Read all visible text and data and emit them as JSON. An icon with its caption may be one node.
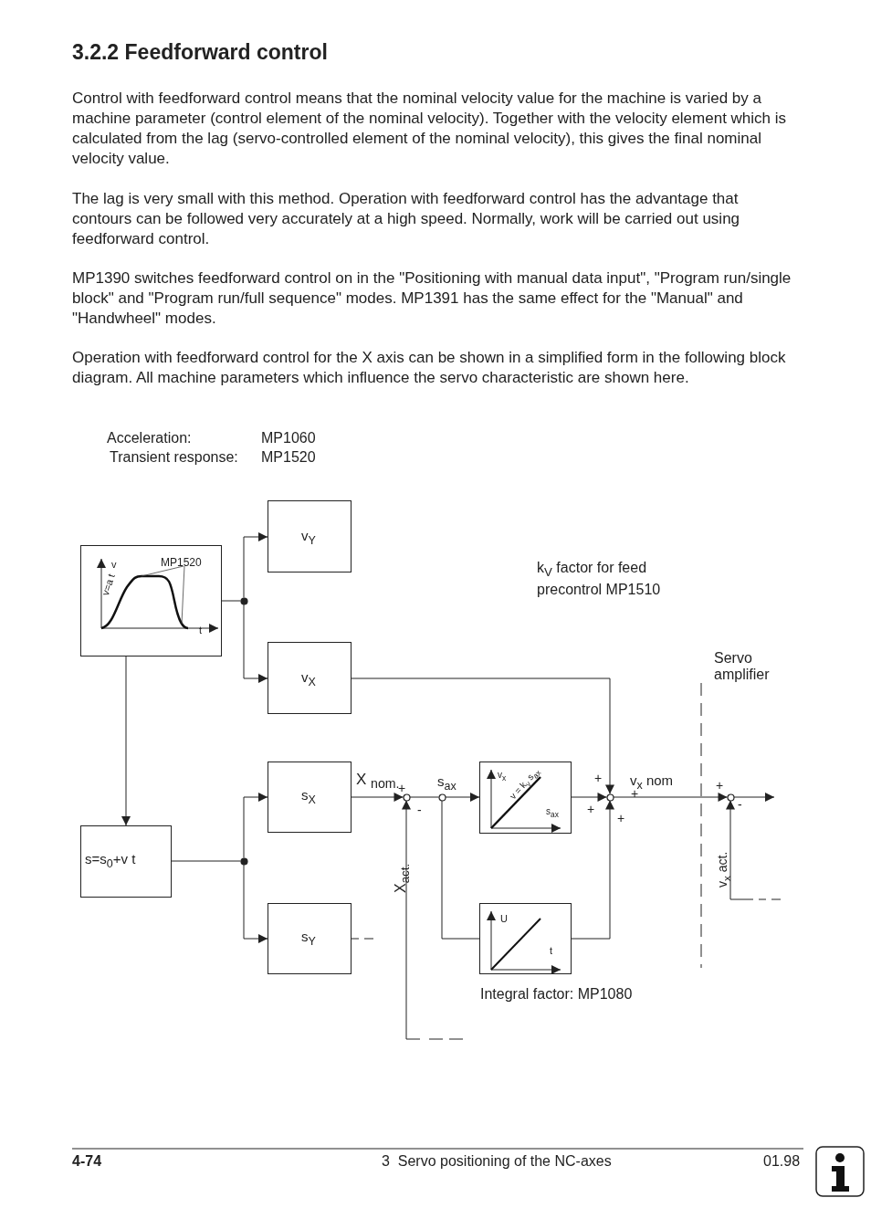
{
  "diagram": {
    "title": "3.2.2 Feedforward control",
    "nodes": [
      {
        "text": [
          "v",
          "MP1520",
          "v=a t",
          "t"
        ]
      },
      {
        "text": [
          "v$_{Y}$"
        ]
      },
      {
        "text": [
          "v$_{X}$"
        ]
      },
      {
        "text": [
          "s$_{X}$"
        ]
      },
      {
        "text": [
          "s=s$_{0}$+v   t"
        ]
      },
      {
        "text": [
          "s$_{Y}$"
        ]
      },
      {
        "text": [],
        "shape": "circle"
      },
      {
        "text": [],
        "shape": "circle"
      },
      {
        "text": [],
        "shape": "circle",
        "beside": [
          "+",
          "-"
        ]
      },
      {
        "text": [],
        "shape": "circle"
      },
      {
        "text": [
          "v$_{x}$",
          "v = k$_{v}$ s$_{ax}$",
          "s$_{ax}$"
        ]
      },
      {
        "text": [
          "U",
          "t"
        ]
      },
      {
        "text": [],
        "shape": "circle",
        "beside": [
          "+",
          "+",
          "+"
        ]
      },
      {
        "text": [],
        "shape": "circle",
        "beside": [
          "+",
          "-"
        ]
      }
    ],
    "edges": [
      {
        "from": 0,
        "to": 6,
        "arrow": "none"
      },
      {
        "from": 6,
        "to": 1,
        "arrow": "to"
      },
      {
        "from": 6,
        "to": 2,
        "arrow": "to"
      },
      {
        "from": 0,
        "to": 4,
        "arrow": "to"
      },
      {
        "from": 4,
        "to": 7,
        "arrow": "none"
      },
      {
        "from": 7,
        "to": 3,
        "arrow": "to"
      },
      {
        "from": 7,
        "to": 5,
        "arrow": "to"
      },
      {
        "from": 5,
        "to": null,
        "arrow": "none",
        "style": "dashed"
      },
      {
        "from": 2,
        "to": 12,
        "arrow": "to"
      },
      {
        "from": 3,
        "to": 8,
        "arrow": "to",
        "label": "X $_{nom.}$"
      },
      {
        "from": null,
        "to": 8,
        "arrow": "to",
        "label": "X$_{act.}$",
        "style": "dashed"
      },
      {
        "from": 8,
        "to": 9,
        "arrow": "none",
        "label": "s$_{ax}$"
      },
      {
        "from": 9,
        "to": 10,
        "arrow": "to"
      },
      {
        "from": 9,
        "to": 11,
        "arrow": "none"
      },
      {
        "from": 11,
        "to": 12,
        "arrow": "to"
      },
      {
        "from": 10,
        "to": 12,
        "arrow": "to"
      },
      {
        "from": 12,
        "to": 13,
        "arrow": "to",
        "label": "v$_{x}$ nom"
      },
      {
        "from": 13,
        "to": null,
        "arrow": "to"
      },
      {
        "from": null,
        "to": 13,
        "arrow": "to",
        "label": "v$_{x}$ act.",
        "style": "dashed"
      }
    ],
    "labels": [
      "Control with feedforward control means that the nominal velocity value for the machine is varied by a machine parameter (control element of the nominal velocity). Together with the velocity element which is calculated from the lag (servo-controlled element of the nominal velocity), this gives the final nominal velocity value.",
      "The lag is very small with this method. Operation with feedforward control has the advantage that contours can be followed very accurately at a high speed. Normally, work will be carried out using feedforward control.",
      "MP1390 switches feedforward control on in the \"Positioning with manual data input\", \"Program run/single block\" and \"Program run/full sequence\" modes. MP1391 has the same effect for the \"Manual\" and \"Handwheel\" modes.",
      "Operation with feedforward control for the X axis can be shown in a simplified form in the following block diagram. All machine parameters which influence the servo characteristic are shown here.",
      "Acceleration:",
      "MP1060",
      "Transient response:",
      "MP1520",
      "k$_{V}$ factor for feed precontrol MP1510",
      "Servo amplifier",
      "+",
      "Integral factor: MP1080",
      "4-74",
      "3  Servo positioning of the NC-axes",
      "01.98"
    ]
  }
}
